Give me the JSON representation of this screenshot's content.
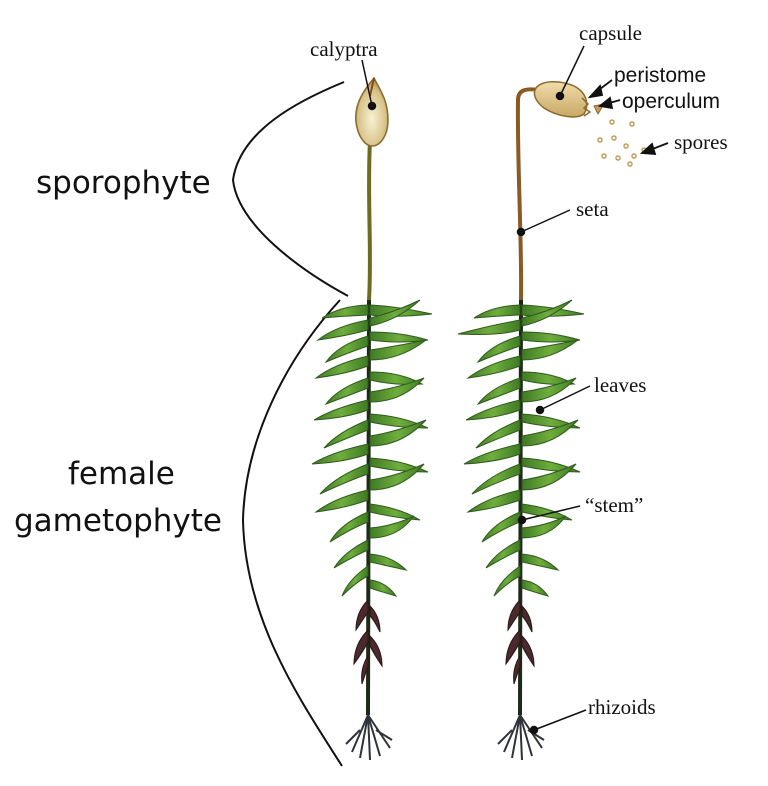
{
  "labels": {
    "calyptra": "calyptra",
    "capsule": "capsule",
    "peristome": "peristome",
    "operculum": "operculum",
    "spores": "spores",
    "seta": "seta",
    "leaves": "leaves",
    "stem": "“stem”",
    "rhizoids": "rhizoids",
    "sporophyte": "sporophyte",
    "female_line1": "female",
    "female_line2": "gametophyte"
  },
  "colors": {
    "leaf_dark": "#2f5a1e",
    "leaf_mid": "#4f8a2c",
    "leaf_light": "#7fbf4a",
    "seta": "#8a5a22",
    "calyptra_stalk": "#6e6a22",
    "capsule": "#e3c890",
    "spores": "#c49a57",
    "stem_dark": "#2c1a14",
    "rhizoid": "#30323a"
  },
  "icons": {
    "plant_left": "moss-plant-with-calyptra",
    "plant_right": "moss-plant-with-open-capsule"
  }
}
